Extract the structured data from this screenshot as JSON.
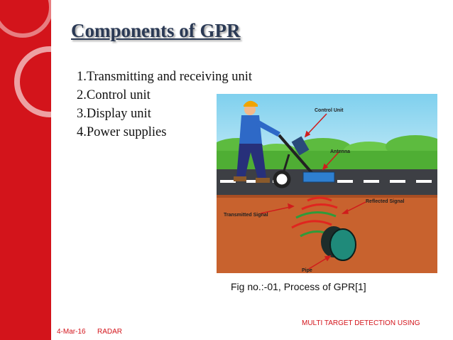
{
  "slide": {
    "title": "Components of GPR",
    "items": [
      "1.Transmitting and receiving unit",
      "2.Control unit",
      "3.Display unit",
      "4.Power supplies"
    ],
    "figure": {
      "label_control_unit": "Control Unit",
      "label_antenna": "Antenna",
      "label_reflected_signal": "Reflected Signal",
      "label_transmitted_signal": "Transmitted Signal",
      "label_pipe": "Pipe"
    },
    "caption": "Fig no.:-01, Process of GPR[1]"
  },
  "footer": {
    "date": "4-Mar-16",
    "label": "RADAR",
    "project": "MULTI TARGET DETECTION USING"
  },
  "colors": {
    "accent_red": "#d3141b",
    "title_color": "#2b3a55"
  }
}
